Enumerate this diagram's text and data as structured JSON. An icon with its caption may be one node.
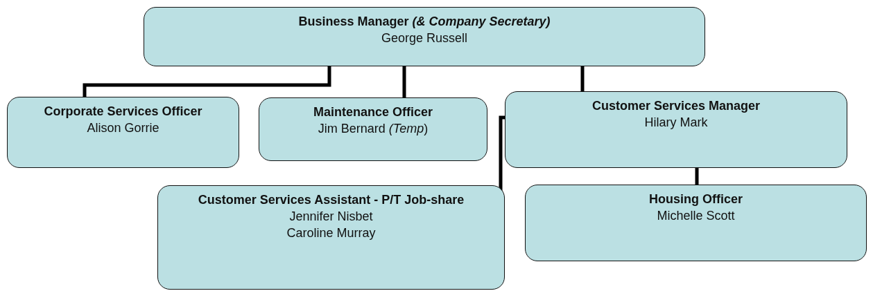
{
  "diagram": {
    "nodes": [
      {
        "text": [
          "Business Manager *(& Company Secretary)*",
          "George Russell"
        ]
      },
      {
        "text": [
          "Corporate Services Officer",
          "Alison Gorrie"
        ]
      },
      {
        "text": [
          "Maintenance Officer",
          "Jim Bernard *(Temp*)"
        ]
      },
      {
        "text": [
          "Customer Services Manager",
          "Hilary Mark"
        ]
      },
      {
        "text": [
          "Customer Services Assistant - P/T Job-share",
          "Jennifer Nisbet",
          "Caroline Murray"
        ]
      },
      {
        "text": [
          "Housing Officer",
          "Michelle Scott"
        ]
      }
    ],
    "edges": [
      {
        "from": 0,
        "to": 1,
        "arrow": "none"
      },
      {
        "from": 0,
        "to": 2,
        "arrow": "none"
      },
      {
        "from": 0,
        "to": 3,
        "arrow": "none"
      },
      {
        "from": 3,
        "to": 4,
        "arrow": "none"
      },
      {
        "from": 3,
        "to": 5,
        "arrow": "none"
      }
    ]
  }
}
